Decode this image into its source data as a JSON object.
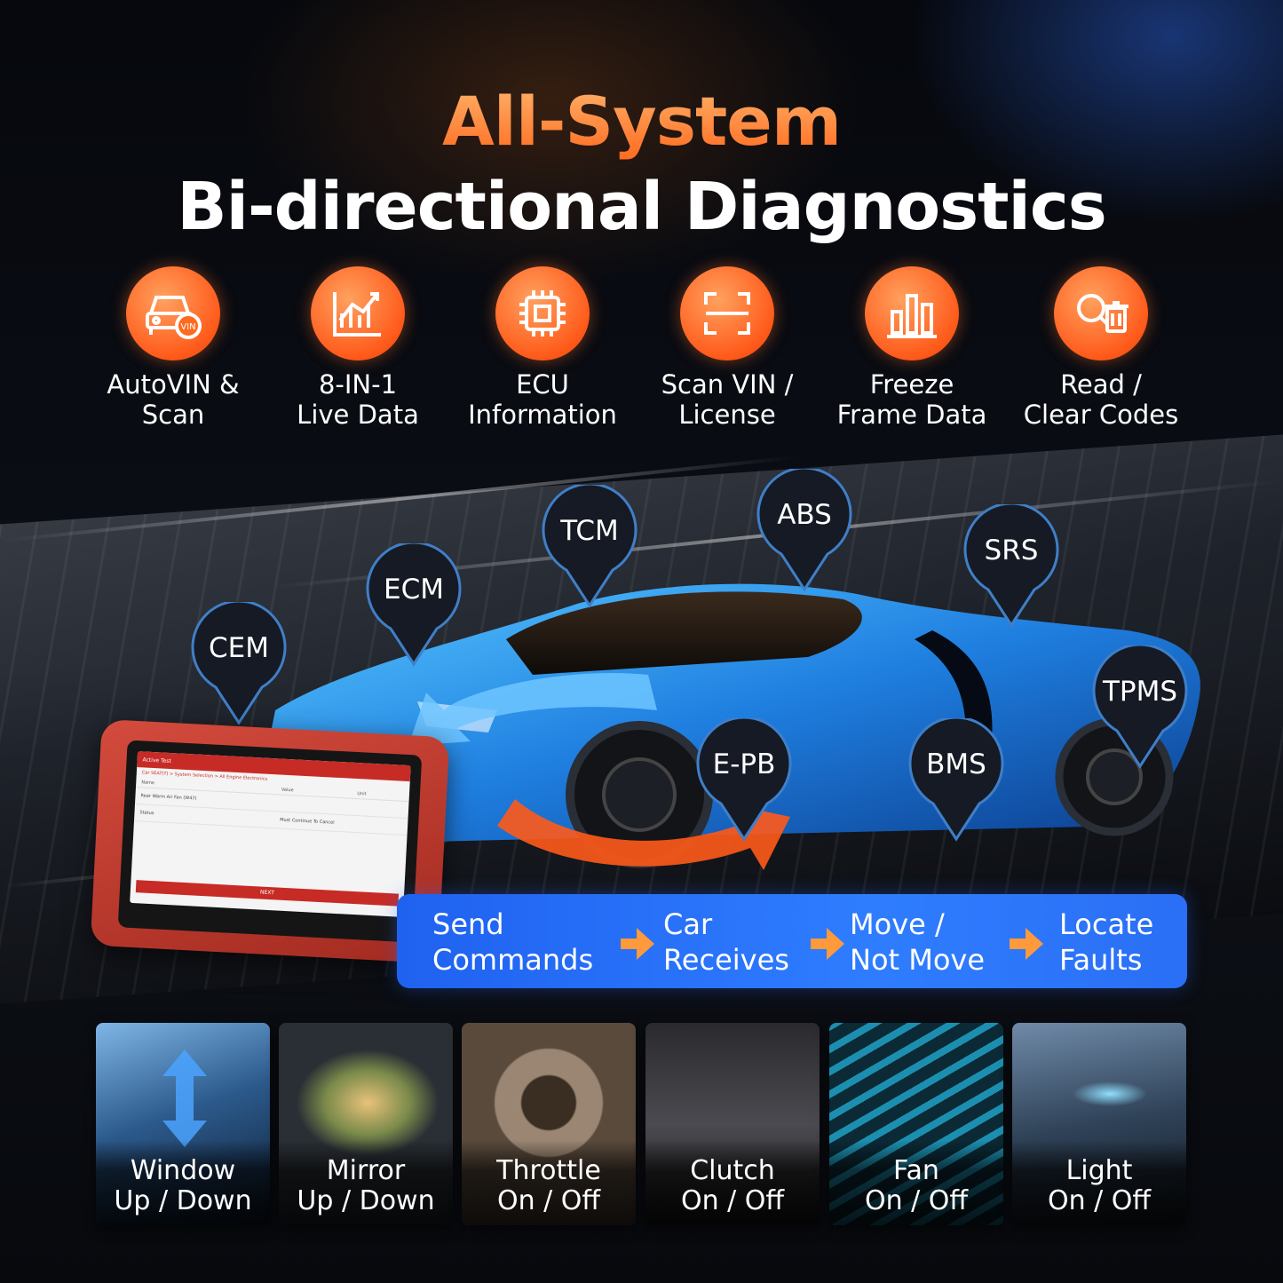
{
  "header": {
    "title_line1": "All-System",
    "title_line2": "Bi-directional Diagnostics"
  },
  "colors": {
    "accent_orange": "#ff6a1f",
    "process_blue": "#2f7dff",
    "tablet_red": "#c72b26"
  },
  "features": [
    {
      "icon": "car-vin-icon",
      "line1": "AutoVIN &",
      "line2": "Scan"
    },
    {
      "icon": "live-data-chart-icon",
      "line1": "8-IN-1",
      "line2": "Live Data"
    },
    {
      "icon": "ecu-chip-icon",
      "line1": "ECU",
      "line2": "Information"
    },
    {
      "icon": "scan-frame-icon",
      "line1": "Scan VIN /",
      "line2": "License"
    },
    {
      "icon": "bar-chart-icon",
      "line1": "Freeze",
      "line2": "Frame Data"
    },
    {
      "icon": "search-trash-icon",
      "line1": "Read /",
      "line2": "Clear Codes"
    }
  ],
  "modules": [
    "CEM",
    "ECM",
    "TCM",
    "ABS",
    "SRS",
    "TPMS",
    "E-PB",
    "BMS"
  ],
  "tablet": {
    "app_title": "Active Test",
    "subtitle": "Car SEAT(T) > System Selection > All Engine Electronics",
    "col_name": "Name",
    "col_value": "Value",
    "col_unit": "Unit",
    "row1_name": "Rear Warm Air Fan (W47)",
    "row2_name": "Status",
    "row2_value": "Must Continue To Cancel",
    "next_label": "NEXT"
  },
  "process_steps": [
    {
      "line1": "Send",
      "line2": "Commands"
    },
    {
      "line1": "Car",
      "line2": "Receives"
    },
    {
      "line1": "Move /",
      "line2": "Not Move"
    },
    {
      "line1": "Locate",
      "line2": "Faults"
    }
  ],
  "tests": [
    {
      "line1": "Window",
      "line2": "Up / Down"
    },
    {
      "line1": "Mirror",
      "line2": "Up / Down"
    },
    {
      "line1": "Throttle",
      "line2": "On / Off"
    },
    {
      "line1": "Clutch",
      "line2": "On / Off"
    },
    {
      "line1": "Fan",
      "line2": "On / Off"
    },
    {
      "line1": "Light",
      "line2": "On / Off"
    }
  ]
}
